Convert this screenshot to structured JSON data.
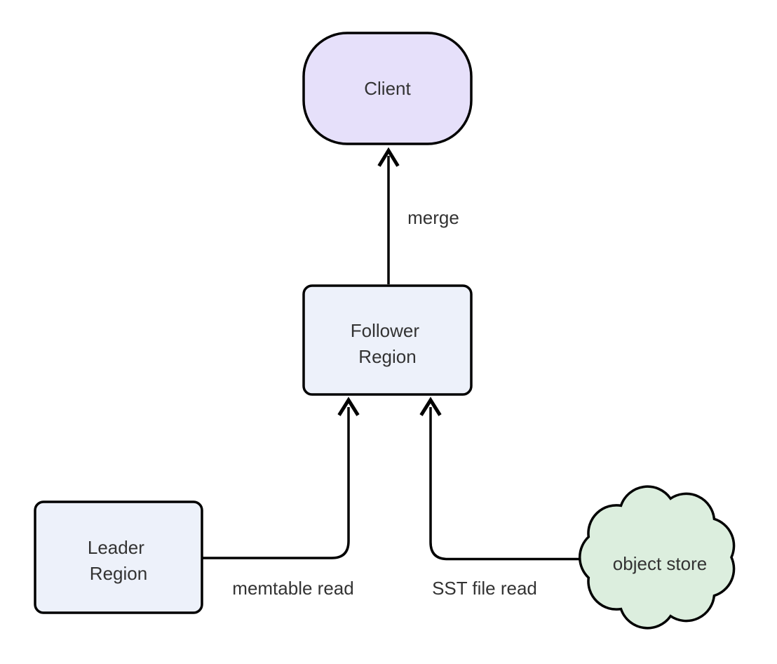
{
  "page": {
    "background": "#ffffff"
  },
  "diagram": {
    "type": "flowchart",
    "direction": "bottom-up",
    "colors": {
      "node_border": "#000000",
      "edge_stroke": "#000000",
      "text": "#333333",
      "client_fill": "#e6e0fa",
      "region_fill": "#edf1fa",
      "cloud_fill": "#dceede"
    },
    "nodes": [
      {
        "id": "client",
        "shape": "stadium",
        "label": "Client",
        "fill": "#e6e0fa"
      },
      {
        "id": "follower-region",
        "shape": "rounded-rect",
        "label": "Follower Region",
        "label_lines": [
          "Follower",
          "Region"
        ],
        "fill": "#edf1fa"
      },
      {
        "id": "leader-region",
        "shape": "rounded-rect",
        "label": "Leader Region",
        "label_lines": [
          "Leader",
          "Region"
        ],
        "fill": "#edf1fa"
      },
      {
        "id": "object-store",
        "shape": "cloud",
        "label": "object store",
        "fill": "#dceede"
      }
    ],
    "edges": [
      {
        "from": "follower-region",
        "to": "client",
        "label": "merge"
      },
      {
        "from": "leader-region",
        "to": "follower-region",
        "label": "memtable read"
      },
      {
        "from": "object-store",
        "to": "follower-region",
        "label": "SST file read"
      }
    ]
  }
}
